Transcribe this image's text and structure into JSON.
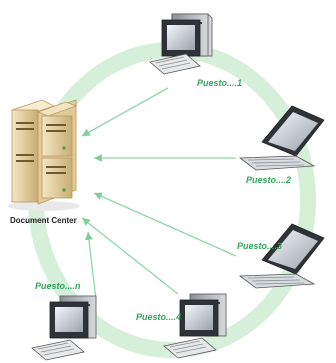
{
  "server": {
    "label": "Document Center",
    "icon": "server-rack-icon"
  },
  "workstations": [
    {
      "id": "1",
      "label": "Puesto....1",
      "icon": "desktop-computer-icon"
    },
    {
      "id": "2",
      "label": "Puesto....2",
      "icon": "laptop-icon"
    },
    {
      "id": "3",
      "label": "Puesto....3",
      "icon": "laptop-icon"
    },
    {
      "id": "4",
      "label": "Puesto....4",
      "icon": "desktop-computer-icon"
    },
    {
      "id": "n",
      "label": "Puesto....n",
      "icon": "desktop-computer-icon"
    }
  ],
  "colors": {
    "ring": "#d6efd9",
    "arrow": "#8fd6a6",
    "label": "#2fa85c",
    "server_body": "#ead9b4",
    "server_dark": "#c9ad74"
  }
}
